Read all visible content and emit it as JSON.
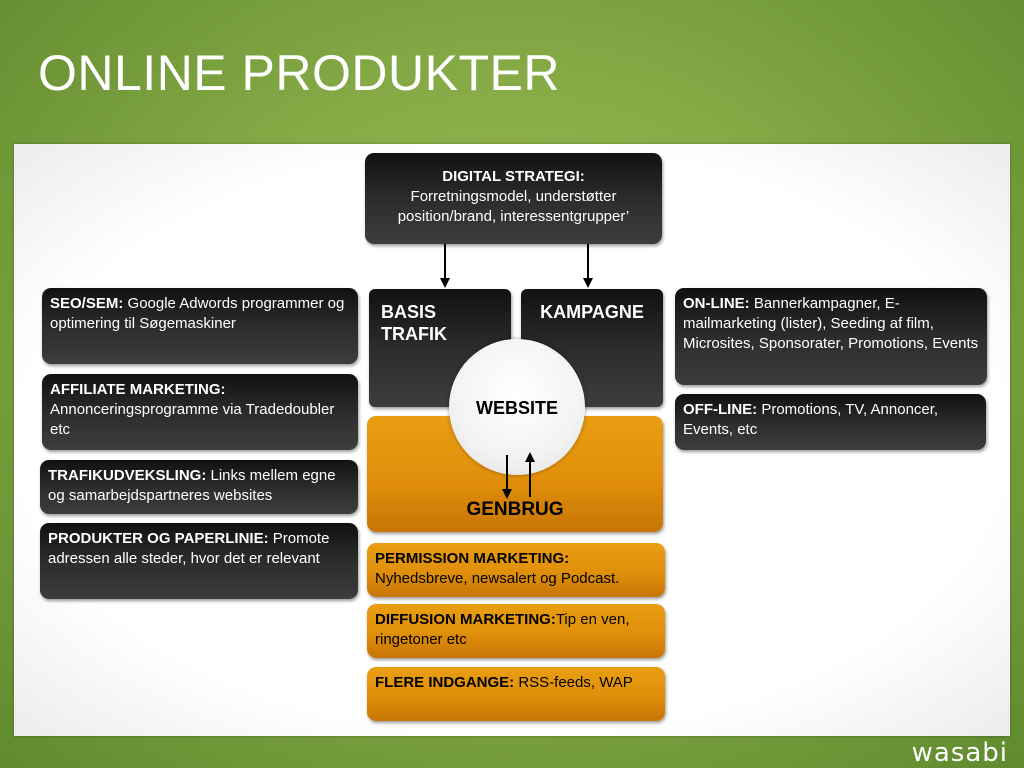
{
  "slide": {
    "title": "ONLINE PRODUKTER",
    "logo_text": "wasabi"
  },
  "strategy": {
    "heading": "DIGITAL STRATEGI:",
    "text": "Forretningsmodel, understøtter position/brand, interessentgrupper’"
  },
  "left_boxes": [
    {
      "heading": "SEO/SEM:",
      "text": " Google Adwords programmer og optimering til Søgemaskiner"
    },
    {
      "heading": "AFFILIATE MARKETING:",
      "text": " Annonceringsprogramme via Tradedoubler etc"
    },
    {
      "heading": "TRAFIKUDVEKSLING:",
      "text": " Links mellem egne og samarbejdspartneres websites"
    },
    {
      "heading": "PRODUKTER OG PAPERLINIE:",
      "text": " Promote adressen alle steder, hvor det er relevant"
    }
  ],
  "center": {
    "basis_trafik": "BASIS TRAFIK",
    "kampagne": "KAMPAGNE",
    "website": "WEBSITE",
    "genbrug": "GENBRUG"
  },
  "right_boxes": [
    {
      "heading": "ON-LINE:",
      "text": " Bannerkampagner, E-mailmarketing (lister), Seeding af film, Microsites, Sponsorater, Promotions, Events"
    },
    {
      "heading": "OFF-LINE:",
      "text": " Promotions, TV, Annoncer, Events, etc"
    }
  ],
  "bottom_boxes": [
    {
      "heading": "PERMISSION MARKETING:",
      "text": " Nyhedsbreve, newsalert og Podcast."
    },
    {
      "heading": "DIFFUSION MARKETING:",
      "text": "Tip en ven, ringetoner etc"
    },
    {
      "heading": "FLERE INDGANGE:",
      "text": " RSS-feeds, WAP"
    }
  ],
  "colors": {
    "background_green": "#86aa46",
    "dark_box": "#2e2e2e",
    "orange_box": "#e08f0a"
  }
}
